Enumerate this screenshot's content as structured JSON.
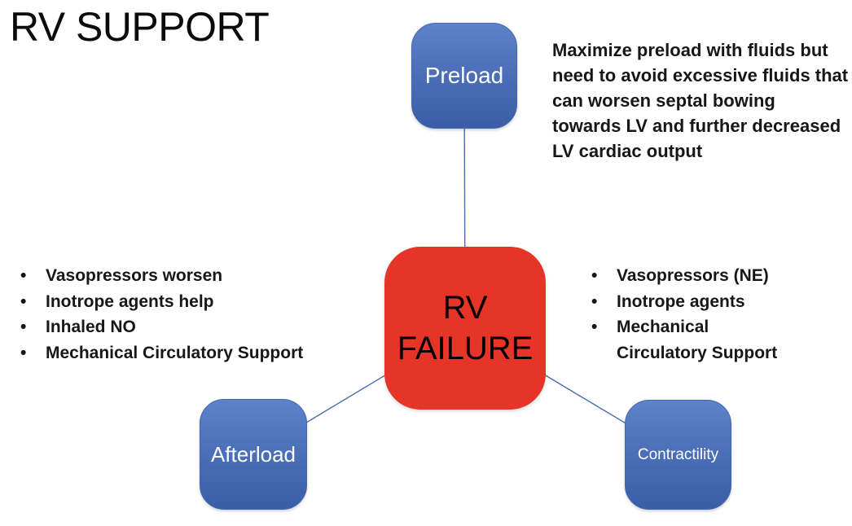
{
  "title": "RV SUPPORT",
  "nodes": {
    "center": {
      "line1": "RV",
      "line2": "FAILURE"
    },
    "preload": {
      "label": "Preload"
    },
    "afterload": {
      "label": "Afterload"
    },
    "contractility": {
      "label": "Contractility"
    }
  },
  "notes": {
    "preload_lines": [
      "Maximize preload with fluids but",
      "need to avoid excessive fluids that",
      "can worsen septal bowing",
      "towards LV and further decreased",
      "LV cardiac output"
    ],
    "afterload": [
      "Vasopressors worsen",
      "Inotrope agents help",
      "Inhaled NO",
      "Mechanical Circulatory Support"
    ],
    "contractility": [
      "Vasopressors (NE)",
      "Inotrope agents",
      "Mechanical Circulatory Support"
    ]
  },
  "colors": {
    "node_blue_top": "#5e82c9",
    "node_blue_bottom": "#3b5da8",
    "node_red": "#e73428",
    "connector": "#4a6db4",
    "node_label_text": "#ffffff",
    "center_label_text": "#000000",
    "body_text": "#171717"
  }
}
